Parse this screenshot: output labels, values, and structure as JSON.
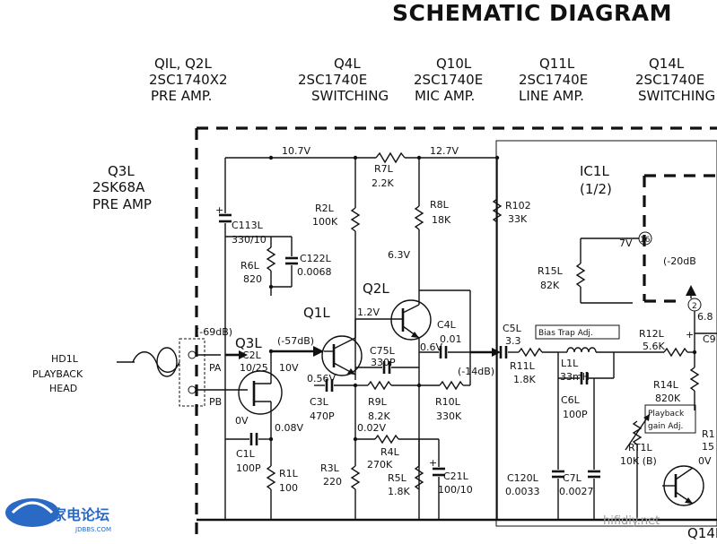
{
  "title": "SCHEMATIC DIAGRAM",
  "stage_headers": {
    "q1l_q2l": [
      "QIL, Q2L",
      "2SC1740X2",
      "PRE AMP."
    ],
    "q4l": [
      "Q4L",
      "2SC1740E",
      "SWITCHING"
    ],
    "q10l": [
      "Q10L",
      "2SC1740E",
      "MIC AMP."
    ],
    "q11l": [
      "Q11L",
      "2SC1740E",
      "LINE AMP."
    ],
    "q14l": [
      "Q14L",
      "2SC1740E",
      "SWITCHING"
    ],
    "q3l": [
      "Q3L",
      "2SK68A",
      "PRE AMP"
    ]
  },
  "head": [
    "HD1L",
    "PLAYBACK",
    "HEAD"
  ],
  "ic": [
    "IC1L",
    "(1/2)"
  ],
  "voltages": {
    "rail_left": "10.7V",
    "rail_right": "12.7V",
    "q2l_6v3": "6.3V",
    "q1l_c": "1.2V",
    "q2l_e": "0.6V",
    "q3l_d": "10V",
    "q3l_s": "0V",
    "q1l_e": "0.56V",
    "v_008": "0.08V",
    "v_002": "0.02V",
    "ic_7v": "7V",
    "v_6_8": "6.8",
    "v_0v_right": "0V",
    "plus_label": "+"
  },
  "levels": {
    "in_level": "(-69dB)",
    "q1l_level": "(-57dB)",
    "q2l_level": "(-14dB)",
    "ic_level": "(-20dB"
  },
  "pins": {
    "pa": "PA",
    "pb": "PB",
    "pin16": "16",
    "pin2": "2"
  },
  "components": {
    "r7l": [
      "R7L",
      "2.2K"
    ],
    "r2l": [
      "R2L",
      "100K"
    ],
    "r8l": [
      "R8L",
      "18K"
    ],
    "r102": [
      "R102",
      "33K"
    ],
    "c113l": [
      "C113L",
      "330/10"
    ],
    "c122l": [
      "C122L",
      "0.0068"
    ],
    "r6l": [
      "R6L",
      "820"
    ],
    "q1l": "Q1L",
    "q2l": "Q2L",
    "q3l": "Q3L",
    "c2l": [
      "C2L",
      "10/25"
    ],
    "c75l": [
      "C75L",
      "330P"
    ],
    "c4l": [
      "C4L",
      "0.01"
    ],
    "c5l": [
      "C5L",
      "3.3"
    ],
    "r11l": [
      "R11L",
      "1.8K"
    ],
    "l1l": [
      "L1L",
      "33mH"
    ],
    "c6l": [
      "C6L",
      "100P"
    ],
    "c3l": [
      "C3L",
      "470P"
    ],
    "r9l": [
      "R9L",
      "8.2K"
    ],
    "r10l": [
      "R10L",
      "330K"
    ],
    "c1l": [
      "C1L",
      "100P"
    ],
    "r1l": [
      "R1L",
      "100"
    ],
    "r3l": [
      "R3L",
      "220"
    ],
    "r4l": [
      "R4L",
      "270K"
    ],
    "r5l": [
      "R5L",
      "1.8K"
    ],
    "c21l": [
      "C21L",
      "100/10"
    ],
    "c120l": [
      "C120L",
      "0.0033"
    ],
    "c7l": [
      "C7L",
      "0.0027"
    ],
    "r15l": [
      "R15L",
      "82K"
    ],
    "r12l": [
      "R12L",
      "5.6K"
    ],
    "r14l": [
      "R14L",
      "820K"
    ],
    "rt1l": [
      "RT1L",
      "10K (B)"
    ],
    "c9_partial": "C9",
    "r1_partial": [
      "R1",
      "15"
    ],
    "q14l_partial": "Q14L"
  },
  "boxes": {
    "bias_trap": "Bias Trap Adj.",
    "playback_gain": [
      "Playback",
      "gain Adj."
    ]
  },
  "watermarks": {
    "left_brand": "家电论坛",
    "left_sub": "JDBBS.COM",
    "right": "hifidiy.net"
  }
}
